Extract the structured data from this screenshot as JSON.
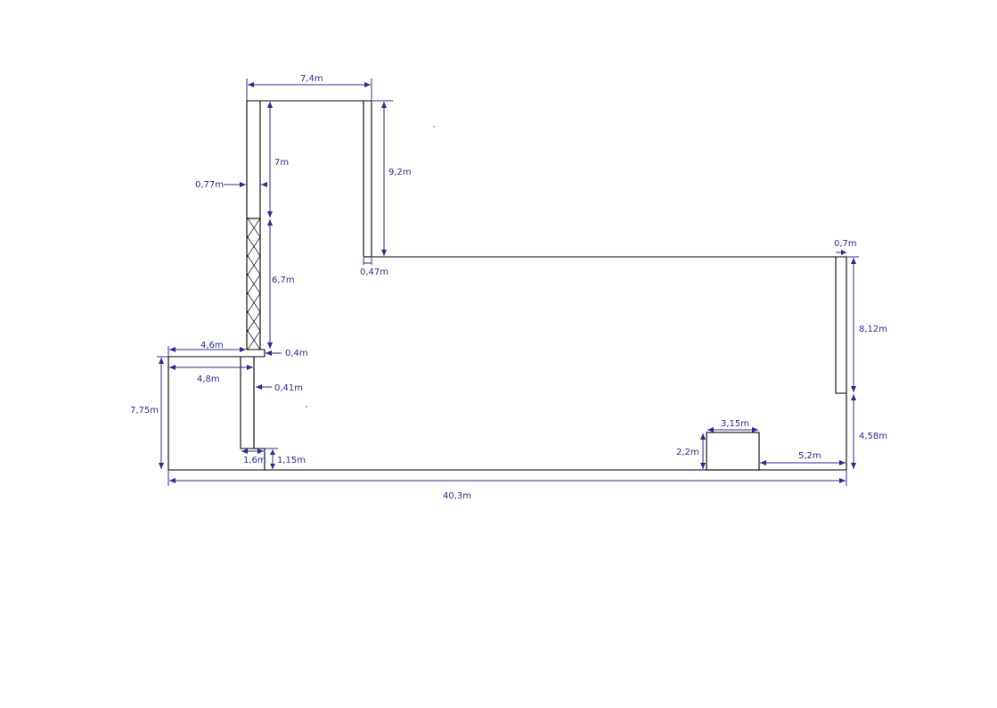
{
  "colors": {
    "wall": "#000000",
    "dimension": "#2b2b8f",
    "background": "#ffffff"
  },
  "dimensions": {
    "top_width": "7,4m",
    "left_upper_height": "7m",
    "wall_thickness": "0,77m",
    "right_top_height": "9,2m",
    "hatched_height": "6,7m",
    "step_offset": "0,4m",
    "ledge_width": "4,6m",
    "inner_width": "4,8m",
    "post_thickness": "0,41m",
    "left_height": "7,75m",
    "stub_width": "1,6m",
    "stub_height": "1,15m",
    "narrow_wall": "0,47m",
    "notch_width": "0,7m",
    "right_upper_height": "8,12m",
    "right_lower_height": "4,58m",
    "box_width": "3,15m",
    "box_height": "2,2m",
    "box_to_right": "5,2m",
    "total_width": "40,3m"
  }
}
